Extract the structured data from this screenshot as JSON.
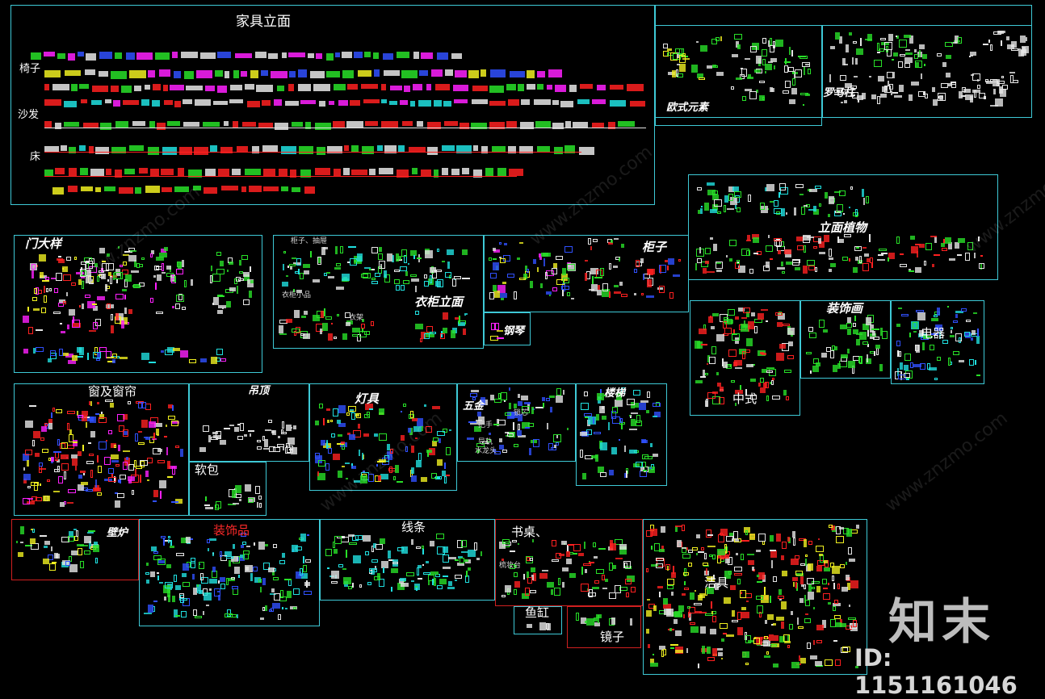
{
  "labels": {
    "furniture_elevation": "家具立面",
    "chair": "椅子",
    "sofa": "沙发",
    "bed": "床",
    "european_elements": "欧式元素",
    "roman_column": "罗马柱",
    "elevation_plants": "立面植物",
    "door_frame": "门大样",
    "cabinet_drawer": "柜子、抽屉",
    "wardrobe_hardware": "衣柜小品",
    "clothes_rack": "衣架",
    "wardrobe_elevation": "衣柜立面",
    "cabinet": "柜子",
    "piano": "钢琴",
    "decorative_painting": "装饰画",
    "chinese_style": "中式",
    "appliance": "电器",
    "window_curtain": "窗及窗帘",
    "ceiling": "吊顶",
    "lighting": "灯具",
    "hardware": "五金",
    "handle": "把手",
    "rail": "导轨",
    "faucet": "水龙头",
    "lock": "锁芯",
    "stairs": "楼梯",
    "soft_pack": "软包",
    "fireplace": "壁炉",
    "ornaments": "装饰品",
    "moulding": "线条",
    "desk": "书桌、",
    "dresser": "梳妆台",
    "fish_tank": "鱼缸",
    "mirror": "镜子",
    "sanitary": "洁具"
  },
  "watermark": {
    "text": "www.znzmo.com"
  },
  "brand": {
    "name": "知末",
    "id_text": "ID: 1151161046"
  },
  "colors": {
    "frame": "#3ec9d6",
    "frame_red": "#d02020",
    "background": "#000000",
    "cad_green": "#28e028",
    "cad_white": "#e6e6e6",
    "cad_red": "#ff2020",
    "cad_cyan": "#20e0e0",
    "cad_magenta": "#ff20ff",
    "cad_yellow": "#f0f020",
    "cad_blue": "#3050ff"
  }
}
